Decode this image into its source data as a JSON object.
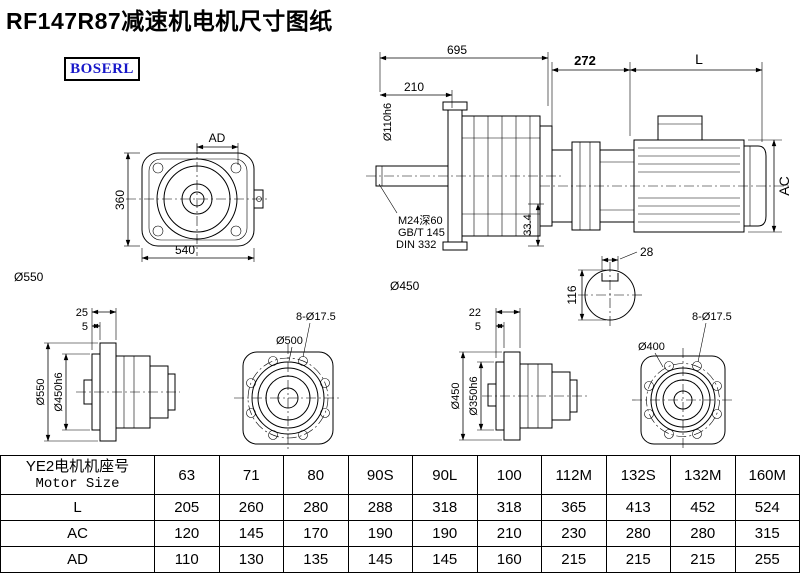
{
  "title": "RF147R87减速机电机尺寸图纸",
  "logo": "BOSERL",
  "views": {
    "front": {
      "ad": "AD",
      "h360": "360",
      "w540": "540",
      "d550": "Ø550"
    },
    "side": {
      "w695": "695",
      "w210": "210",
      "d110": "Ø110h6",
      "m24": "M24深60",
      "gbt145": "GB/T 145",
      "din332": "DIN 332",
      "d334": "33.4",
      "d450": "Ø450"
    },
    "motor": {
      "w272": "272",
      "L": "L",
      "AC": "AC",
      "w28": "28",
      "h116": "116"
    },
    "b1": {
      "w25": "25",
      "w5": "5",
      "d550": "Ø550",
      "d450h6": "Ø450h6"
    },
    "b2": {
      "d500": "Ø500",
      "holes": "8-Ø17.5"
    },
    "b3": {
      "w22": "22",
      "w5": "5",
      "d450": "Ø450",
      "d350h6": "Ø350h6"
    },
    "b4": {
      "d400": "Ø400",
      "holes": "8-Ø17.5"
    }
  },
  "table": {
    "header_line1": "YE2电机机座号",
    "header_line2": "Motor Size",
    "sizes": [
      "63",
      "71",
      "80",
      "90S",
      "90L",
      "100",
      "112M",
      "132S",
      "132M",
      "160M"
    ],
    "rows": [
      {
        "label": "L",
        "values": [
          "205",
          "260",
          "280",
          "288",
          "318",
          "318",
          "365",
          "413",
          "452",
          "524"
        ]
      },
      {
        "label": "AC",
        "values": [
          "120",
          "145",
          "170",
          "190",
          "190",
          "210",
          "230",
          "280",
          "280",
          "315"
        ]
      },
      {
        "label": "AD",
        "values": [
          "110",
          "130",
          "135",
          "145",
          "145",
          "160",
          "215",
          "215",
          "215",
          "255"
        ]
      }
    ]
  }
}
